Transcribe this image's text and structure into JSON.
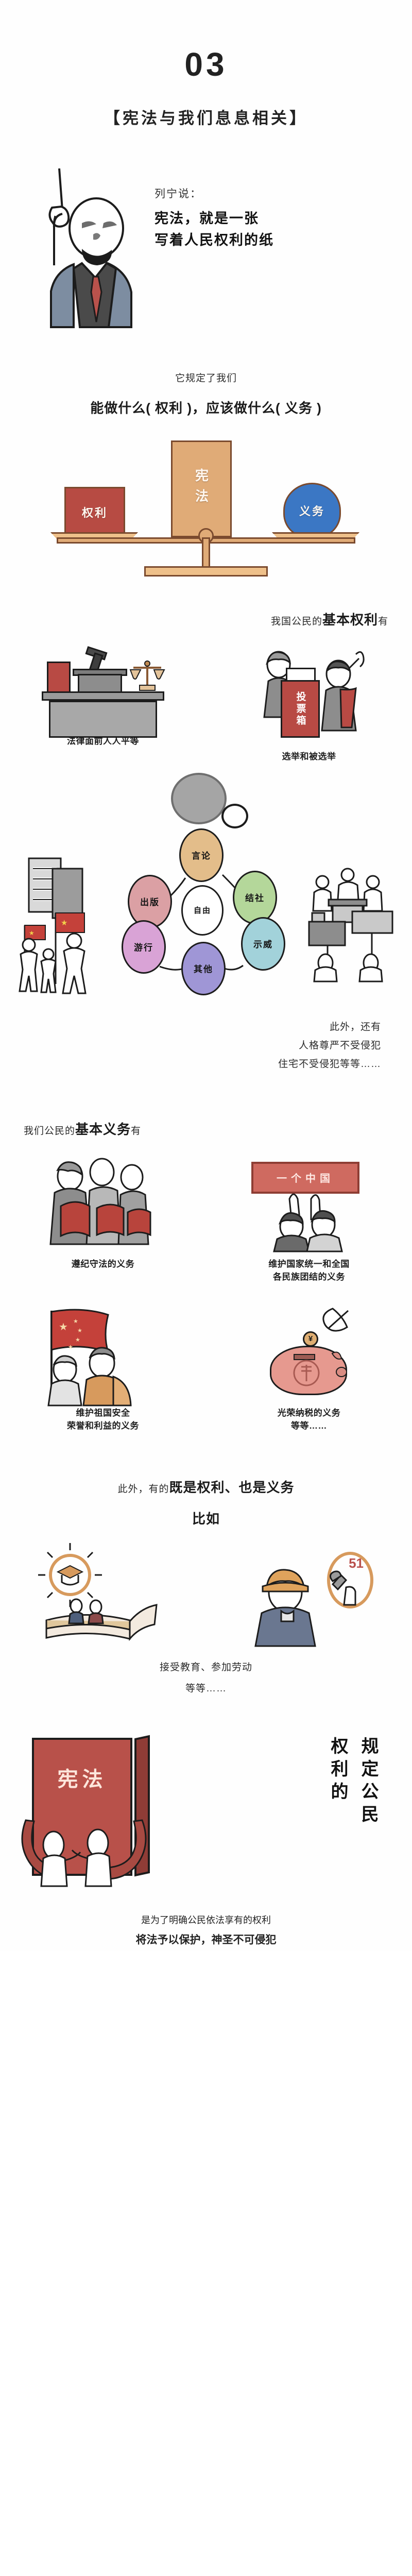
{
  "header": {
    "number": "03",
    "subtitle": "【宪法与我们息息相关】"
  },
  "lenin": {
    "attribution": "列宁说：",
    "quote_line1": "宪法，就是一张",
    "quote_line2": "写着人民权利的纸"
  },
  "defines": {
    "line1": "它规定了我们",
    "line2": "能做什么( 权利 )，应该做什么( 义务 )"
  },
  "scale": {
    "left_label": "权利",
    "center_label": "宪法",
    "right_label": "义务"
  },
  "rights": {
    "heading_prefix": "我国公民的",
    "heading_strong": "基本权利",
    "heading_suffix": "有",
    "items": [
      {
        "caption": "法律面前人人平等",
        "icon": "court-desk-icon"
      },
      {
        "caption": "选举和被选举",
        "icon": "ballot-box-icon",
        "box_label": "投票箱"
      }
    ],
    "freedom_center": "自由",
    "freedom_bubbles": [
      "言论",
      "出版",
      "结社",
      "游行",
      "示威",
      "其他"
    ],
    "extra_intro": "此外，还有",
    "extra_line1": "人格尊严不受侵犯",
    "extra_line2": "住宅不受侵犯等等……"
  },
  "duties": {
    "heading_prefix": "我们公民的",
    "heading_strong": "基本义务",
    "heading_suffix": "有",
    "banner_label": "一个中国",
    "items": [
      {
        "caption": "遵纪守法的义务"
      },
      {
        "caption_line1": "维护国家统一和全国",
        "caption_line2": "各民族团结的义务"
      },
      {
        "caption_line1": "维护祖国安全",
        "caption_line2": "荣誉和利益的义务"
      },
      {
        "caption_line1": "光荣纳税的义务",
        "caption_line2": "等等……"
      }
    ],
    "coin_symbol": "¥"
  },
  "both": {
    "intro_prefix": "此外，有的",
    "intro_strong": "既是权利、也是义务",
    "intro_second": "比如",
    "badge_number": "51",
    "caption_line1": "接受教育、参加劳动",
    "caption_line2": "等等……"
  },
  "final": {
    "book_title": "宪法",
    "vertical_col1": "规定公民",
    "vertical_col2": "权利的",
    "closing_line1": "是为了明确公民依法享有的权利",
    "closing_line2": "将法予以保护，神圣不可侵犯"
  },
  "colors": {
    "right_red": "#b74b43",
    "constitution_tan": "#e0ab77",
    "duty_blue": "#3b77c4",
    "flag_red": "#c4413a"
  }
}
